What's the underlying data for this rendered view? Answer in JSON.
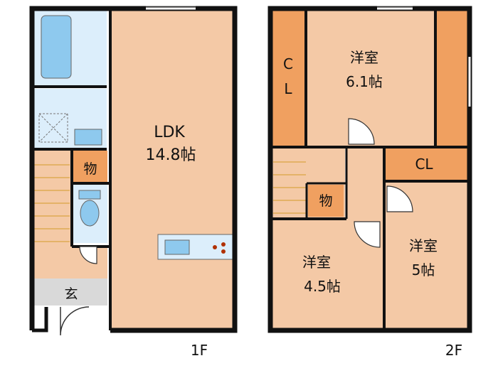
{
  "floor_1": {
    "label": "1F",
    "ldk": {
      "name": "LDK",
      "size": "14.8帖"
    },
    "storage": "物",
    "entrance": "玄"
  },
  "floor_2": {
    "label": "2F",
    "room_north": {
      "name": "洋室",
      "size": "6.1帖"
    },
    "room_southwest": {
      "name": "洋室",
      "size": "4.5帖"
    },
    "room_southeast": {
      "name": "洋室",
      "size": "5帖"
    },
    "closet_vertical_1": "C",
    "closet_vertical_2": "L",
    "closet_horizontal": "CL",
    "storage": "物"
  },
  "colors": {
    "room_floor": "#f4c9a6",
    "closet": "#f0a060",
    "wet_area": "#dceefb",
    "entrance_floor": "#d9d9d9",
    "wall": "#111111"
  }
}
